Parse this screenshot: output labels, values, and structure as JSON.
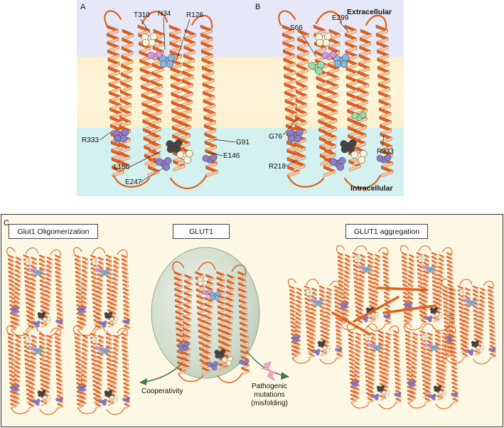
{
  "panel_a": {
    "letter": "A",
    "residues": [
      "T310",
      "N34",
      "R126",
      "R333",
      "G91",
      "E146",
      "L156",
      "E247"
    ]
  },
  "panel_b": {
    "letter": "B",
    "region_top": "Extracellular",
    "region_bottom": "Intracellular",
    "residues": [
      "S66",
      "E299",
      "G76",
      "R333",
      "R218"
    ]
  },
  "panel_c": {
    "letter": "C",
    "box_left": "Glut1 Oligomerization",
    "box_center": "GLUT1",
    "box_right": "GLUT1 aggregation",
    "arrow_left_label": "Cooperativity",
    "arrow_right_label_lines": [
      "Pathogenic",
      "mutations",
      "(misfolding)"
    ]
  },
  "colors": {
    "helix": "#e0611e",
    "helix_dark": "#b84510",
    "extracellular": "#e6e8f7",
    "membrane": "#fbf0cf",
    "intracellular": "#d3f1ef",
    "panel_c_bg": "#fdf8e3",
    "sphere_cream": "#fbf3d6",
    "sphere_purple": "#8c7cc8",
    "sphere_blue": "#86b3df",
    "sphere_pink": "#d99ad8",
    "sphere_green": "#99dca6",
    "sphere_dark": "#454545",
    "bubble": "#c9d6c4",
    "arrow": "#3f7a4c",
    "bolt": "#f3a9c3"
  }
}
